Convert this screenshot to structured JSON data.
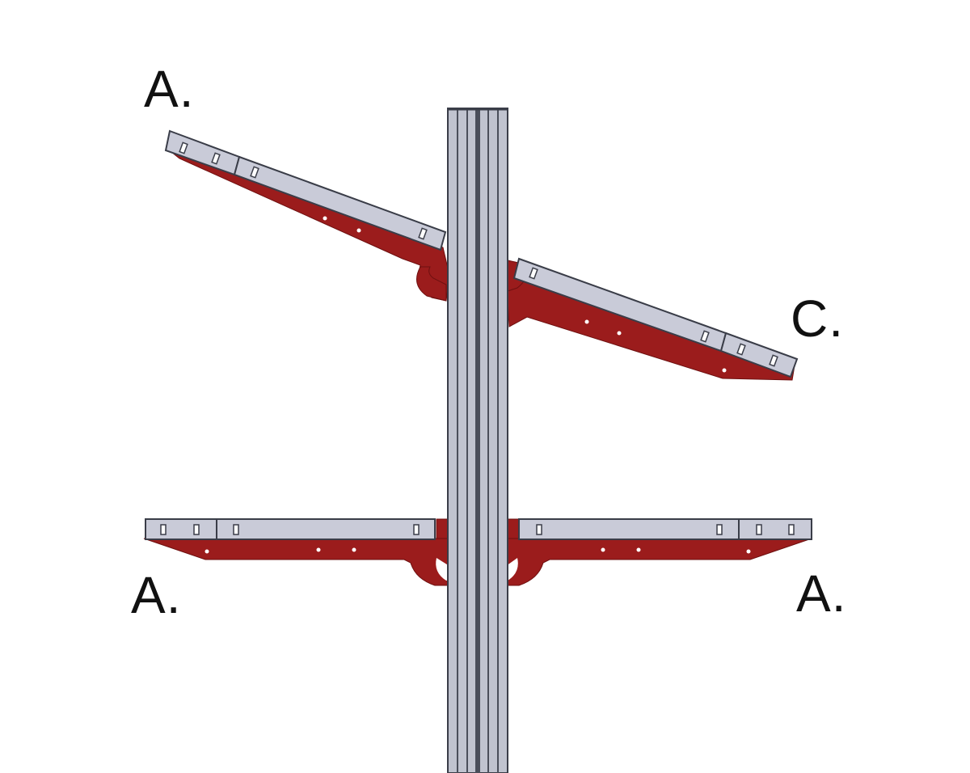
{
  "labels": {
    "top_left": "A.",
    "top_right": "C.",
    "bottom_left": "A.",
    "bottom_right": "A."
  },
  "colors": {
    "bracket": "#9b1c1c",
    "tray": "#c9cbd8",
    "outline": "#3a3d48",
    "column": "#c0c3cf",
    "column_groove": "#4a4e5a"
  }
}
